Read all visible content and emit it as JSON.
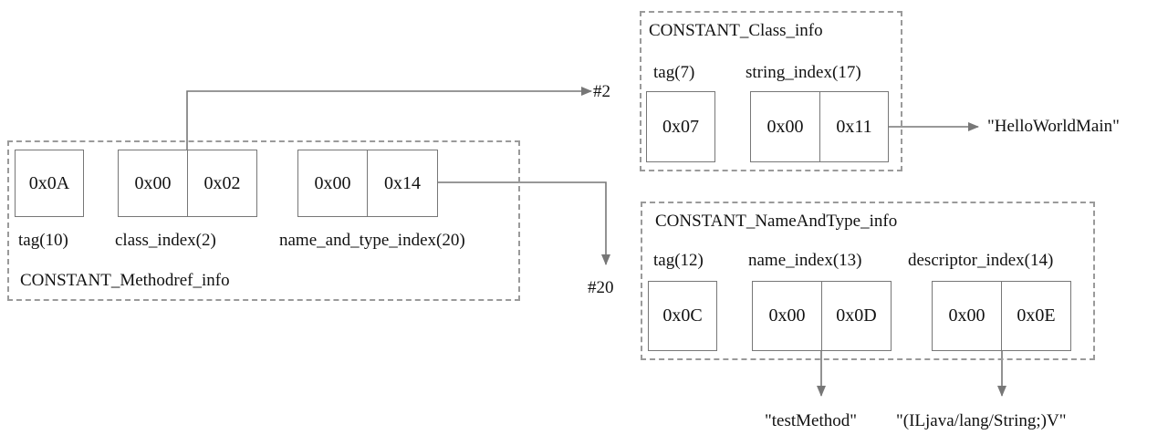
{
  "methodref": {
    "title": "CONSTANT_Methodref_info",
    "tag_value": "0x0A",
    "tag_label": "tag(10)",
    "class_index_hi": "0x00",
    "class_index_lo": "0x02",
    "class_index_label": "class_index(2)",
    "nat_hi": "0x00",
    "nat_lo": "0x14",
    "nat_label": "name_and_type_index(20)"
  },
  "ref_2": "#2",
  "ref_20": "#20",
  "class_info": {
    "title": "CONSTANT_Class_info",
    "tag_label": "tag(7)",
    "tag_value": "0x07",
    "string_index_label": "string_index(17)",
    "string_hi": "0x00",
    "string_lo": "0x11",
    "target": "\"HelloWorldMain\""
  },
  "name_and_type": {
    "title": "CONSTANT_NameAndType_info",
    "tag_label": "tag(12)",
    "tag_value": "0x0C",
    "name_index_label": "name_index(13)",
    "name_hi": "0x00",
    "name_lo": "0x0D",
    "descriptor_index_label": "descriptor_index(14)",
    "desc_hi": "0x00",
    "desc_lo": "0x0E",
    "name_target": "\"testMethod\"",
    "desc_target": "\"(ILjava/lang/String;)V\""
  }
}
